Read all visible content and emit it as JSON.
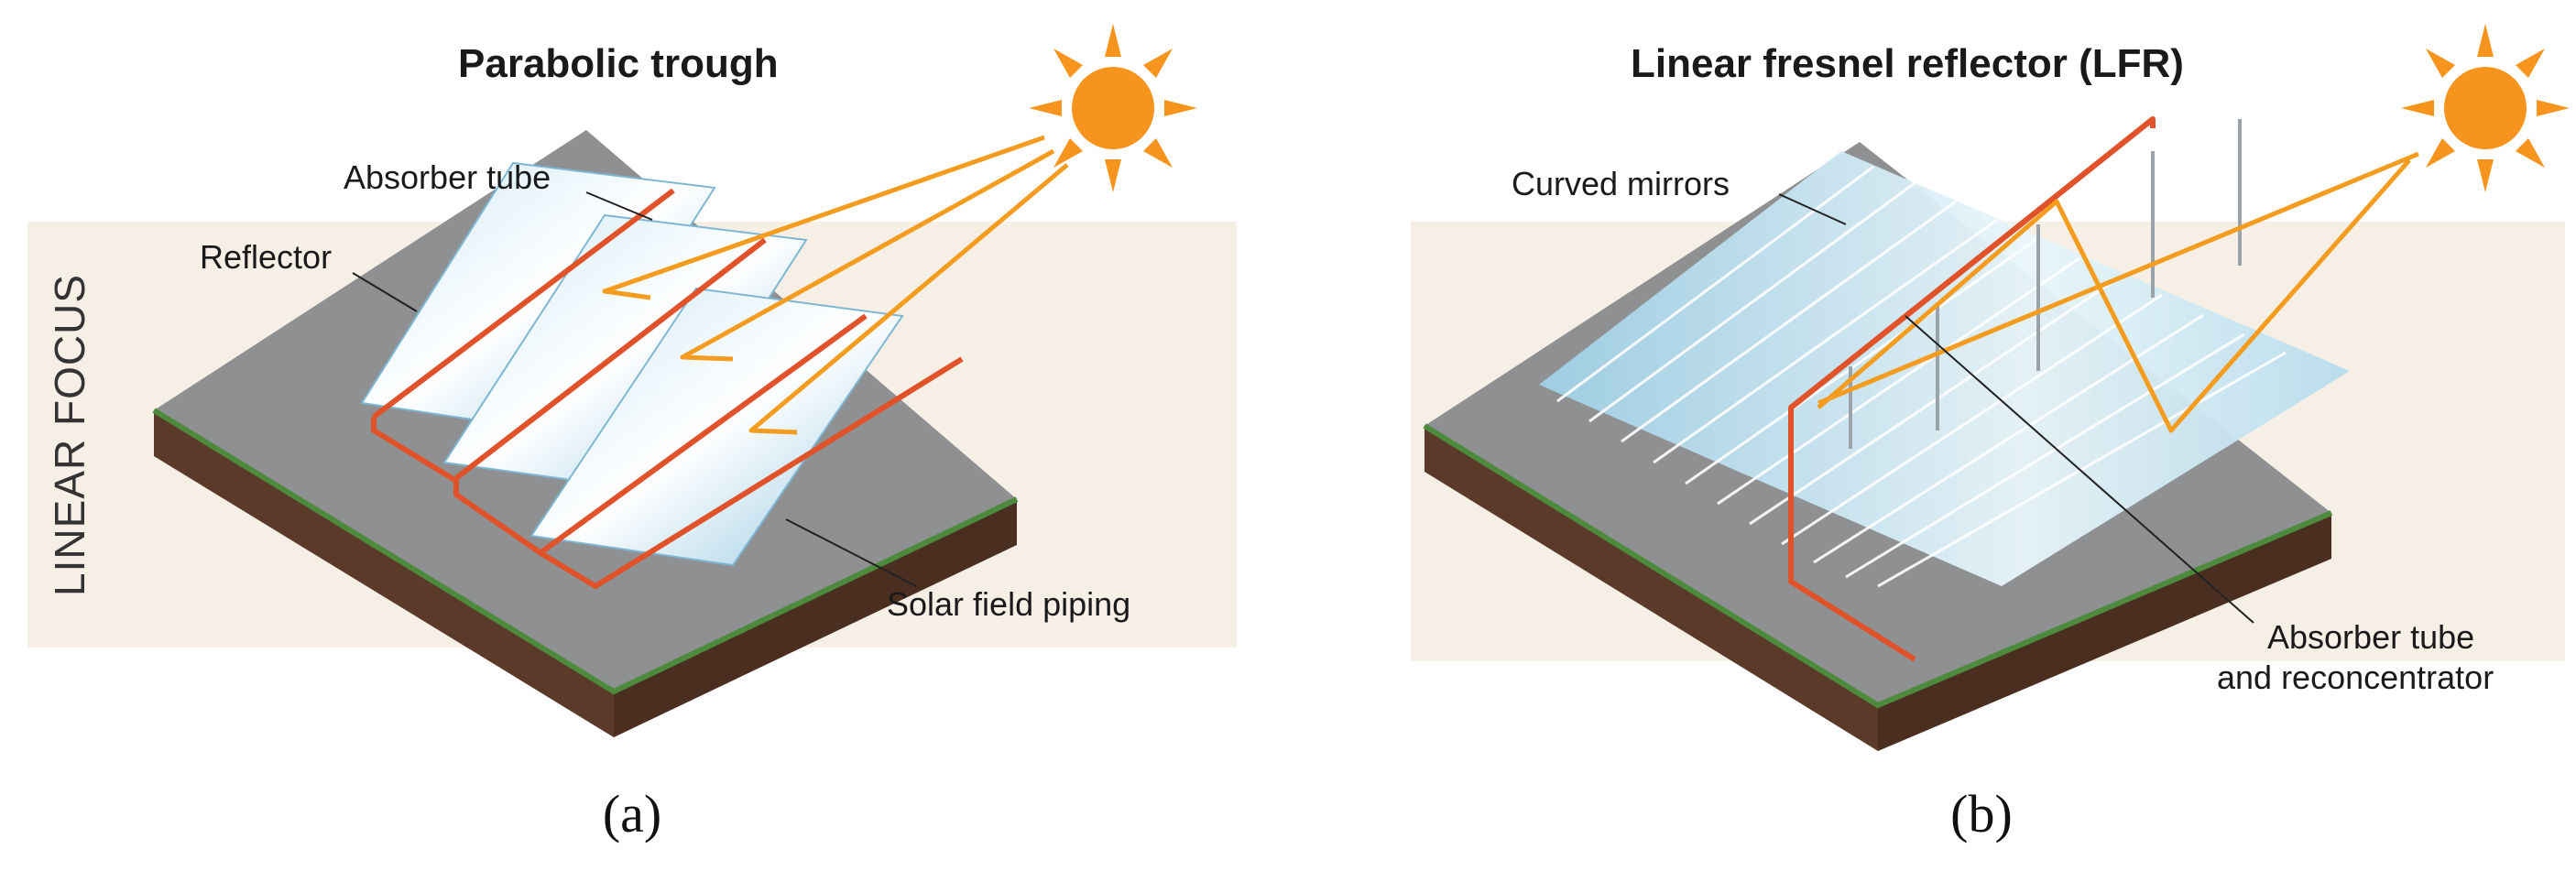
{
  "panels": [
    {
      "title": "Parabolic trough",
      "side_label": "LINEAR FOCUS",
      "labels": {
        "absorber": "Absorber tube",
        "reflector": "Reflector",
        "piping": "Solar field piping"
      },
      "caption": "(a)"
    },
    {
      "title": "Linear fresnel reflector (LFR)",
      "labels": {
        "mirrors": "Curved mirrors",
        "absorber_line1": "Absorber tube",
        "absorber_line2": "and reconcentrator"
      },
      "caption": "(b)"
    }
  ],
  "colors": {
    "band": "#f5efe6",
    "ground": "#8e9092",
    "soil": "#5b3a2a",
    "grass": "#4d8a3e",
    "sun": "#f7941d",
    "ray": "#f39c1f",
    "pipe": "#e0532a"
  }
}
